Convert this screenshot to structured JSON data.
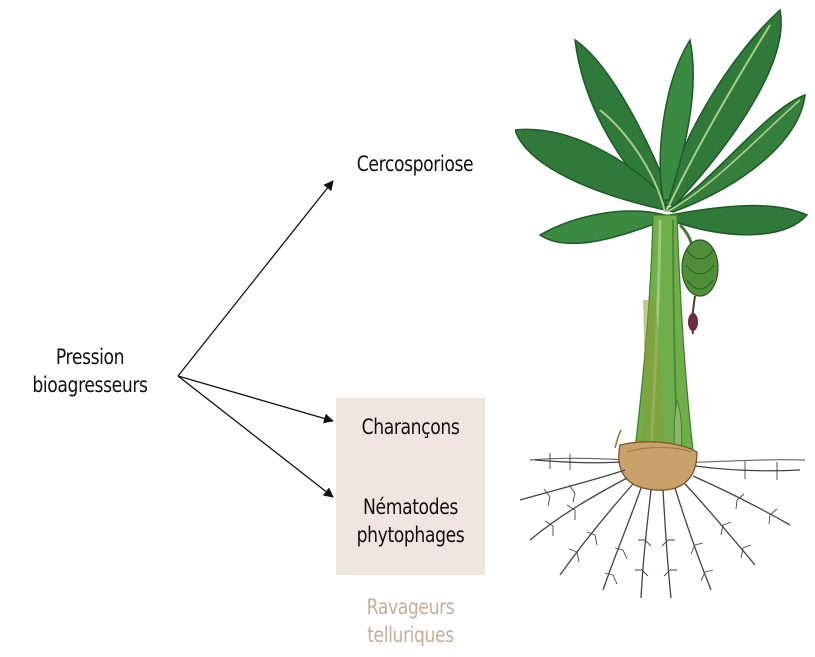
{
  "source": {
    "line1": "Pression",
    "line2": "bioagresseurs"
  },
  "targets": {
    "cercosporiose": "Cercosporiose",
    "charancons": "Charançons",
    "nematodes_line1": "Nématodes",
    "nematodes_line2": "phytophages"
  },
  "group_label": {
    "line1": "Ravageurs",
    "line2": "telluriques"
  },
  "colors": {
    "box_fill": "#f1e6df",
    "group_label_text": "#c9ad9a",
    "leaf": "#2f7a3a",
    "leaf_dark": "#1f5a28",
    "pseudostem": "#6fae4b",
    "corm": "#c9a16a",
    "roots": "#444444"
  },
  "illustration": "banana-plant"
}
